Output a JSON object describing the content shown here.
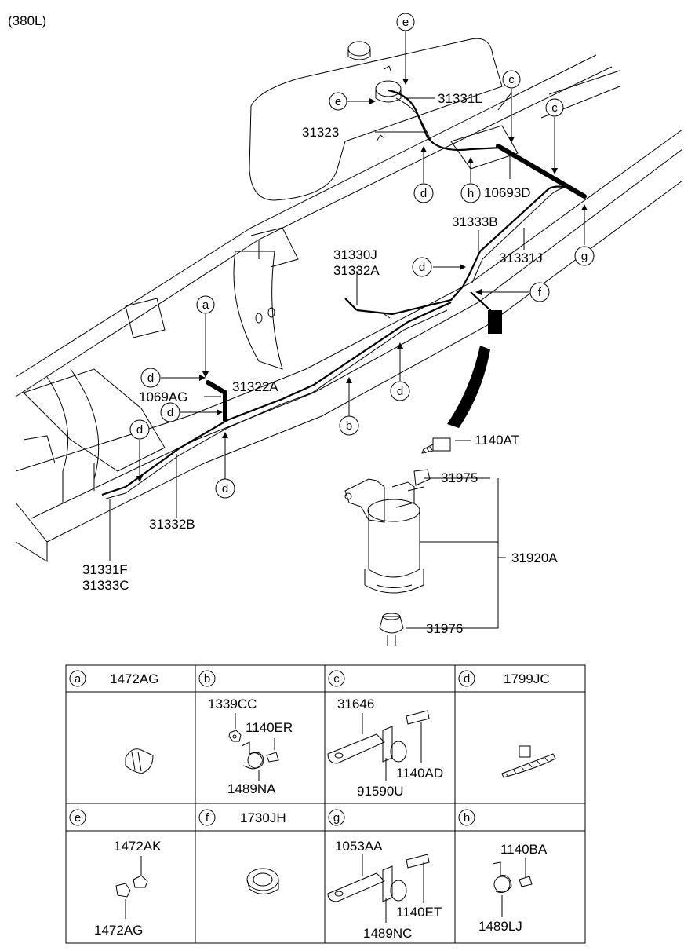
{
  "variant_label": "(380L)",
  "main_labels": {
    "p31331L": "31331L",
    "p31323": "31323",
    "p10693D": "10693D",
    "p31333B": "31333B",
    "p31331J": "31331J",
    "p31330J": "31330J",
    "p31332A": "31332A",
    "p31322A": "31322A",
    "p1069AG": "1069AG",
    "p31332B": "31332B",
    "p31331F": "31331F",
    "p31333C": "31333C",
    "p1140AT": "1140AT",
    "p31975": "31975",
    "p31920A": "31920A",
    "p31976": "31976"
  },
  "callouts": {
    "e": "e",
    "c": "c",
    "d": "d",
    "h": "h",
    "g": "g",
    "f": "f",
    "a": "a",
    "b": "b"
  },
  "detail_table": {
    "row1": [
      {
        "letter": "a",
        "header_part": "1472AG",
        "parts": []
      },
      {
        "letter": "b",
        "header_part": "",
        "parts": [
          "1339CC",
          "1140ER",
          "1489NA"
        ]
      },
      {
        "letter": "c",
        "header_part": "",
        "parts": [
          "31646",
          "1140AD",
          "91590U"
        ]
      },
      {
        "letter": "d",
        "header_part": "1799JC",
        "parts": []
      }
    ],
    "row2": [
      {
        "letter": "e",
        "header_part": "",
        "parts": [
          "1472AK",
          "1472AG"
        ]
      },
      {
        "letter": "f",
        "header_part": "1730JH",
        "parts": []
      },
      {
        "letter": "g",
        "header_part": "",
        "parts": [
          "1053AA",
          "1140ET",
          "1489NC"
        ]
      },
      {
        "letter": "h",
        "header_part": "",
        "parts": [
          "1140BA",
          "1489LJ"
        ]
      }
    ]
  }
}
